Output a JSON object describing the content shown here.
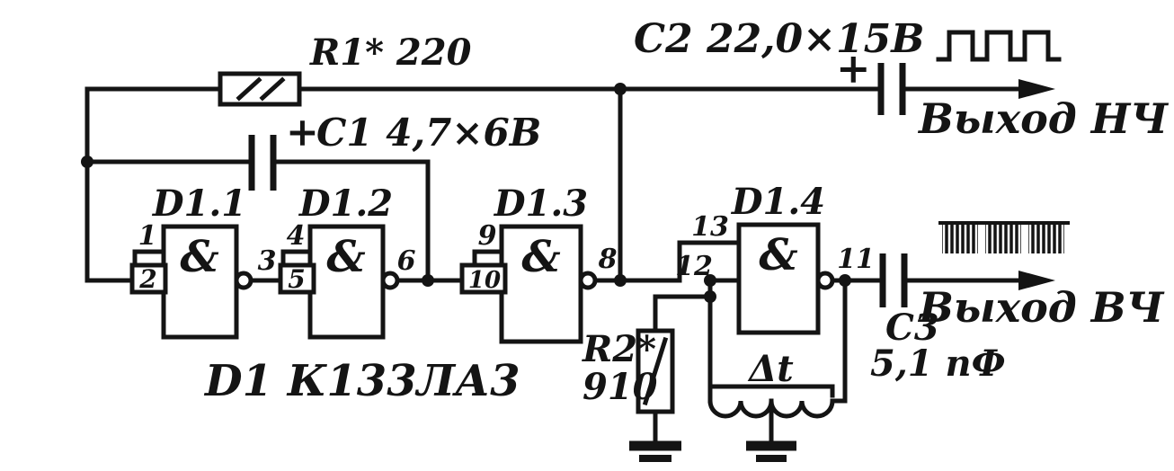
{
  "colors": {
    "background": "#ffffff",
    "ink": "#141414"
  },
  "components": {
    "r1": {
      "label": "R1* 220"
    },
    "r2": {
      "label": "R2*",
      "value": "910"
    },
    "c1": {
      "plus": "+",
      "label": "C1 4,7×6В"
    },
    "c2": {
      "plus": "+",
      "label": "C2 22,0×15В"
    },
    "c3": {
      "label": "C3",
      "value": "5,1 пФ"
    },
    "delay_line": {
      "label": "Δt"
    },
    "chip": {
      "label": "D1 К133ЛА3"
    }
  },
  "outputs": {
    "lf": {
      "label": "Выход НЧ"
    },
    "hf": {
      "label": "Выход ВЧ"
    }
  },
  "gates": [
    {
      "name": "D1.1",
      "symbol": "&",
      "pin_top": "1",
      "pin_bottom": "2",
      "pin_out": "3"
    },
    {
      "name": "D1.2",
      "symbol": "&",
      "pin_top": "4",
      "pin_bottom": "5",
      "pin_out": "6"
    },
    {
      "name": "D1.3",
      "symbol": "&",
      "pin_top": "9",
      "pin_bottom": "10",
      "pin_out": "8"
    },
    {
      "name": "D1.4",
      "symbol": "&",
      "pin_top": "13",
      "pin_bottom": "12",
      "pin_out": "11"
    }
  ]
}
